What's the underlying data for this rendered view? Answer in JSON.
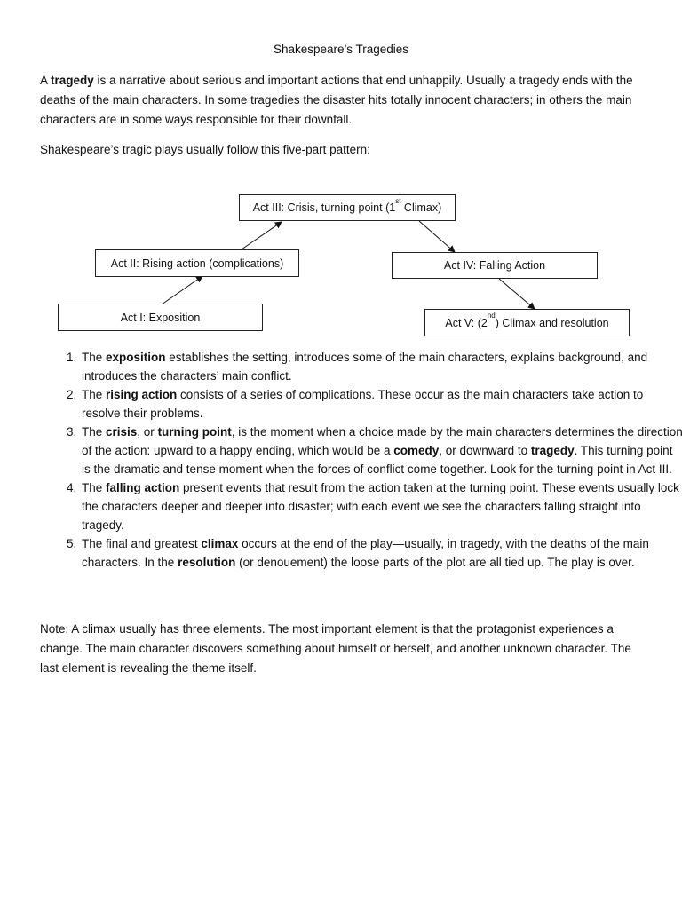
{
  "title": "Shakespeare’s Tragedies",
  "intro": {
    "before_bold": "A ",
    "bold": "tragedy",
    "after_bold": " is a narrative about serious and important actions that end unhappily.  Usually a tragedy ends with the deaths of the main characters. In some tragedies the disaster hits totally innocent characters; in others the main characters are in some ways responsible for their downfall."
  },
  "pattern_sentence": "Shakespeare’s tragic plays usually follow this five-part pattern:",
  "diagram": {
    "act1": "Act I: Exposition",
    "act2": "Act II: Rising action (complications)",
    "act3_prefix": "Act III: Crisis, turning point (1",
    "act3_sup": "st",
    "act3_suffix": " Climax)",
    "act4": "Act IV: Falling Action",
    "act5_prefix": "Act V: (2",
    "act5_sup": "nd",
    "act5_suffix": ") Climax and resolution"
  },
  "steps": [
    {
      "a": "The ",
      "b": "exposition",
      "c": " establishes the setting, introduces some of the main characters, explains background, and introduces the characters’ main conflict."
    },
    {
      "a": "The ",
      "b": "rising action",
      "c": " consists of a series of complications. These occur as the main characters take action to resolve their problems."
    },
    {
      "a": "The ",
      "b": "crisis",
      "c": ", or ",
      "d": "turning point",
      "e": ", is the moment when a choice made by the main characters determines the direction of the action: upward to a happy ending, which would be a ",
      "f": "comedy",
      "g": ", or downward to ",
      "h": "tragedy",
      "i": ". This turning point is the dramatic and tense moment when the forces of conflict come together. Look for the turning point in Act III."
    },
    {
      "a": "The ",
      "b": "falling action",
      "c": " present events that result from the action taken at the turning point. These events usually lock the characters deeper and deeper into disaster; with each event we see the characters falling straight into tragedy."
    },
    {
      "a": "The final and greatest ",
      "b": "climax",
      "c": " occurs at the end of the play—usually, in tragedy, with the deaths of the main characters. In the ",
      "d": "resolution",
      "e": " (or denouement) the loose parts of the plot are all tied up. The play is over."
    }
  ],
  "note": "Note: A climax usually has three elements. The most important element is that the protagonist experiences a change. The main character discovers something about himself or herself, and another unknown character. The last element is revealing the theme itself."
}
